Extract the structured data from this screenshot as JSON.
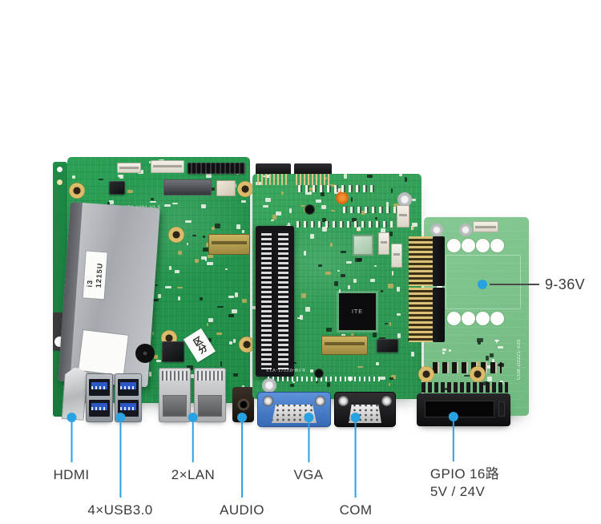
{
  "figure": {
    "type": "annotated-product-photo",
    "subject": "industrial embedded motherboard with expansion and GPIO boards"
  },
  "colors": {
    "callout_blue": "#29a2e2",
    "leader_line_dark": "#4a4a4a",
    "pcb_green_left": "#2ca156",
    "pcb_green_middle": "#3aa75e",
    "pcb_green_right": "#7dc28b",
    "vga_blue": "#4a7fce",
    "background": "#ffffff"
  },
  "callouts": [
    {
      "id": "hdmi",
      "label": "HDMI"
    },
    {
      "id": "usb",
      "label": "4×USB3.0"
    },
    {
      "id": "lan",
      "label": "2×LAN"
    },
    {
      "id": "audio",
      "label": "AUDIO"
    },
    {
      "id": "vga",
      "label": "VGA"
    },
    {
      "id": "com",
      "label": "COM"
    },
    {
      "id": "gpio",
      "label": "GPIO 16路",
      "label_line2": "5V / 24V"
    }
  ],
  "side_callout": {
    "label": "9-36V"
  },
  "boards": {
    "left": {
      "silkscreen": "CE3-1201-V1.5",
      "cpu_sticker_line1": "i3",
      "cpu_sticker_line2": "1215U",
      "marker_sticker": "区分"
    },
    "middle": {
      "silkscreen": "ETB-02271-V13",
      "chip_label": "ITE"
    },
    "right": {
      "silkscreen": "COB-D2221-V20"
    }
  }
}
